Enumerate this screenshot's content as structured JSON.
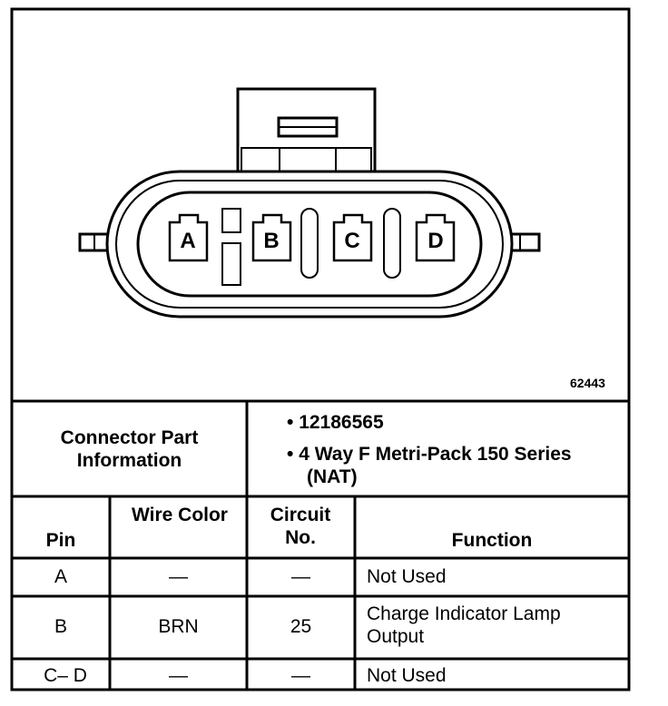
{
  "figure_number": "62443",
  "connector": {
    "pins": [
      "A",
      "B",
      "C",
      "D"
    ]
  },
  "part_info": {
    "label": "Connector Part Information",
    "items": [
      "12186565",
      "4 Way F Metri-Pack 150 Series (NAT)"
    ]
  },
  "table": {
    "headers": {
      "pin": "Pin",
      "wire_color": "Wire Color",
      "circuit": "Circuit No.",
      "function": "Function"
    },
    "rows": [
      {
        "pin": "A",
        "wire_color": "—",
        "circuit": "—",
        "function": "Not Used"
      },
      {
        "pin": "B",
        "wire_color": "BRN",
        "circuit": "25",
        "function": "Charge Indicator Lamp Output"
      },
      {
        "pin": "C– D",
        "wire_color": "—",
        "circuit": "—",
        "function": "Not Used"
      }
    ]
  }
}
